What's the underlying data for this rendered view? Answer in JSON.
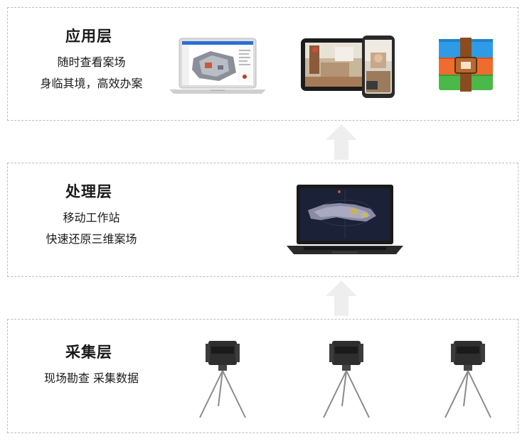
{
  "layers": {
    "application": {
      "title": "应用层",
      "desc_line1": "随时查看案场",
      "desc_line2": "身临其境，高效办案"
    },
    "processing": {
      "title": "处理层",
      "desc_line1": "移动工作站",
      "desc_line2": "快速还原三维案场"
    },
    "collection": {
      "title": "采集层",
      "desc_line1": "现场勘查 采集数据"
    }
  },
  "colors": {
    "border": "#bdbdbd",
    "arrow": "#eeeeee",
    "archive_blue": "#2f9be6",
    "archive_orange": "#ef6b2e",
    "archive_green": "#4bb84a",
    "archive_strap": "#8a4b1e"
  },
  "icons": [
    "laptop-icon",
    "tablet-phone-icon",
    "archive-icon",
    "workstation-laptop-icon",
    "scanner-tripod-icon",
    "up-arrow-icon"
  ]
}
